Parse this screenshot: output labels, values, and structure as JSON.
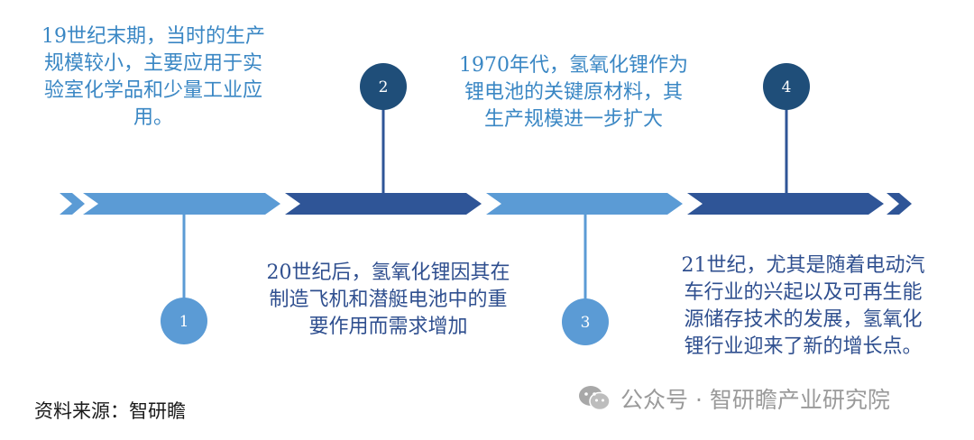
{
  "colors": {
    "light_blue": "#5b9bd5",
    "dark_blue": "#2f5597",
    "text_light": "#3a87c4",
    "text_dark": "#2f4f8f",
    "circle_dark": "#1f4e79",
    "circle_light": "#5b9bd5"
  },
  "milestones": [
    {
      "number": "1",
      "text": "19世纪末期，当时的生产\n规模较小，主要应用于实\n验室化学品和少量工业应\n用。",
      "position": "above"
    },
    {
      "number": "2",
      "text": "20世纪后，氢氧化锂因其在\n制造飞机和潜艇电池中的重\n要作用而需求增加",
      "position": "below"
    },
    {
      "number": "3",
      "text": "1970年代，氢氧化锂作为\n锂电池的关键原材料，其\n生产规模进一步扩大",
      "position": "above"
    },
    {
      "number": "4",
      "text": "21世纪，尤其是随着电动汽\n车行业的兴起以及可再生能\n源储存技术的发展，氢氧化\n锂行业迎来了新的增长点。",
      "position": "below"
    }
  ],
  "source": "资料来源：智研瞻",
  "watermark": {
    "icon": "wechat-icon",
    "text": "公众号 · 智研瞻产业研究院"
  }
}
